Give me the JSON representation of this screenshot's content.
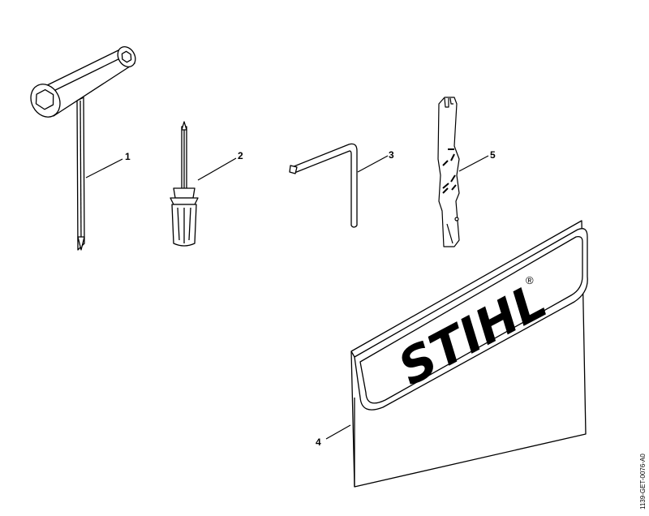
{
  "callouts": {
    "c1": "1",
    "c2": "2",
    "c3": "3",
    "c4": "4",
    "c5": "5"
  },
  "brand": {
    "name": "STIHL",
    "registered_mark": "®"
  },
  "doc_id": "1139-GET-0076-A0",
  "parts": [
    {
      "ref": "1",
      "icon": "combination-wrench-icon"
    },
    {
      "ref": "2",
      "icon": "screwdriver-icon"
    },
    {
      "ref": "3",
      "icon": "hex-key-icon"
    },
    {
      "ref": "4",
      "icon": "tool-pouch-icon"
    },
    {
      "ref": "5",
      "icon": "file-holder-gauge-icon"
    }
  ],
  "colors": {
    "line": "#000000",
    "background": "#ffffff"
  }
}
